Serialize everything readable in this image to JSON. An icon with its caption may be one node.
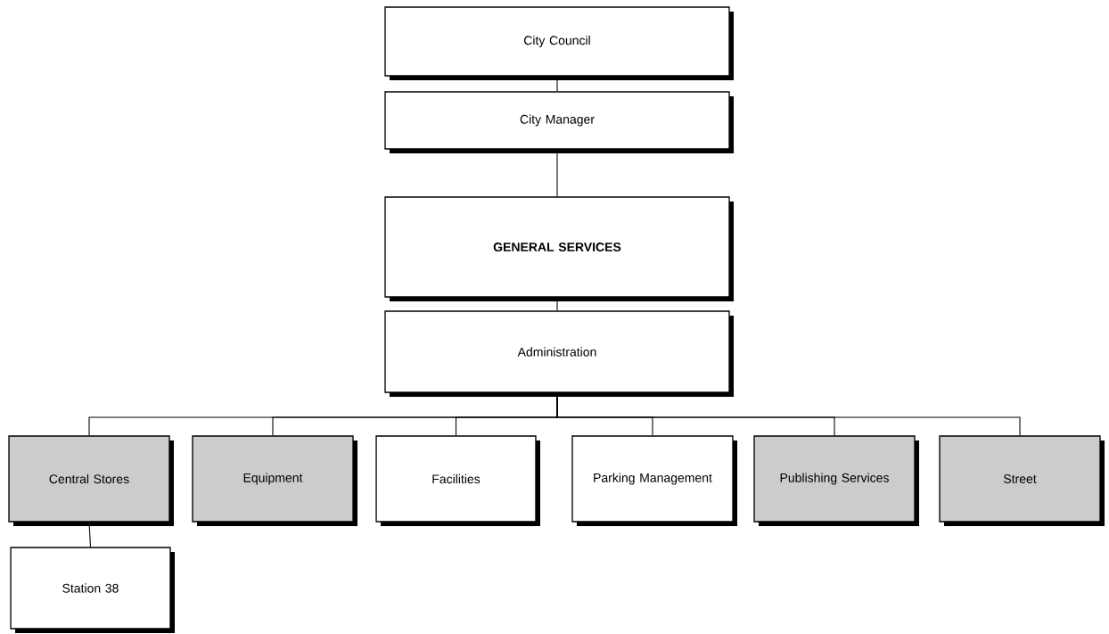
{
  "diagram": {
    "nodes": [
      {
        "text": [
          "City Council"
        ]
      },
      {
        "text": [
          "City Manager"
        ]
      },
      {
        "text": [
          "GENERAL SERVICES"
        ]
      },
      {
        "text": [
          "Administration"
        ]
      },
      {
        "text": [
          "Central Stores"
        ]
      },
      {
        "text": [
          "Equipment"
        ]
      },
      {
        "text": [
          "Facilities"
        ]
      },
      {
        "text": [
          "Parking Management"
        ]
      },
      {
        "text": [
          "Publishing Services"
        ]
      },
      {
        "text": [
          "Street"
        ]
      },
      {
        "text": [
          "Station 38"
        ]
      }
    ],
    "edges": [
      {
        "from": 0,
        "to": 1,
        "arrow": "none"
      },
      {
        "from": 1,
        "to": 2,
        "arrow": "none"
      },
      {
        "from": 2,
        "to": 3,
        "arrow": "none"
      },
      {
        "from": 3,
        "to": 4,
        "arrow": "none"
      },
      {
        "from": 3,
        "to": 5,
        "arrow": "none"
      },
      {
        "from": 3,
        "to": 6,
        "arrow": "none"
      },
      {
        "from": 3,
        "to": 7,
        "arrow": "none"
      },
      {
        "from": 3,
        "to": 8,
        "arrow": "none"
      },
      {
        "from": 3,
        "to": 9,
        "arrow": "none"
      },
      {
        "from": 4,
        "to": 10,
        "arrow": "none"
      }
    ]
  }
}
